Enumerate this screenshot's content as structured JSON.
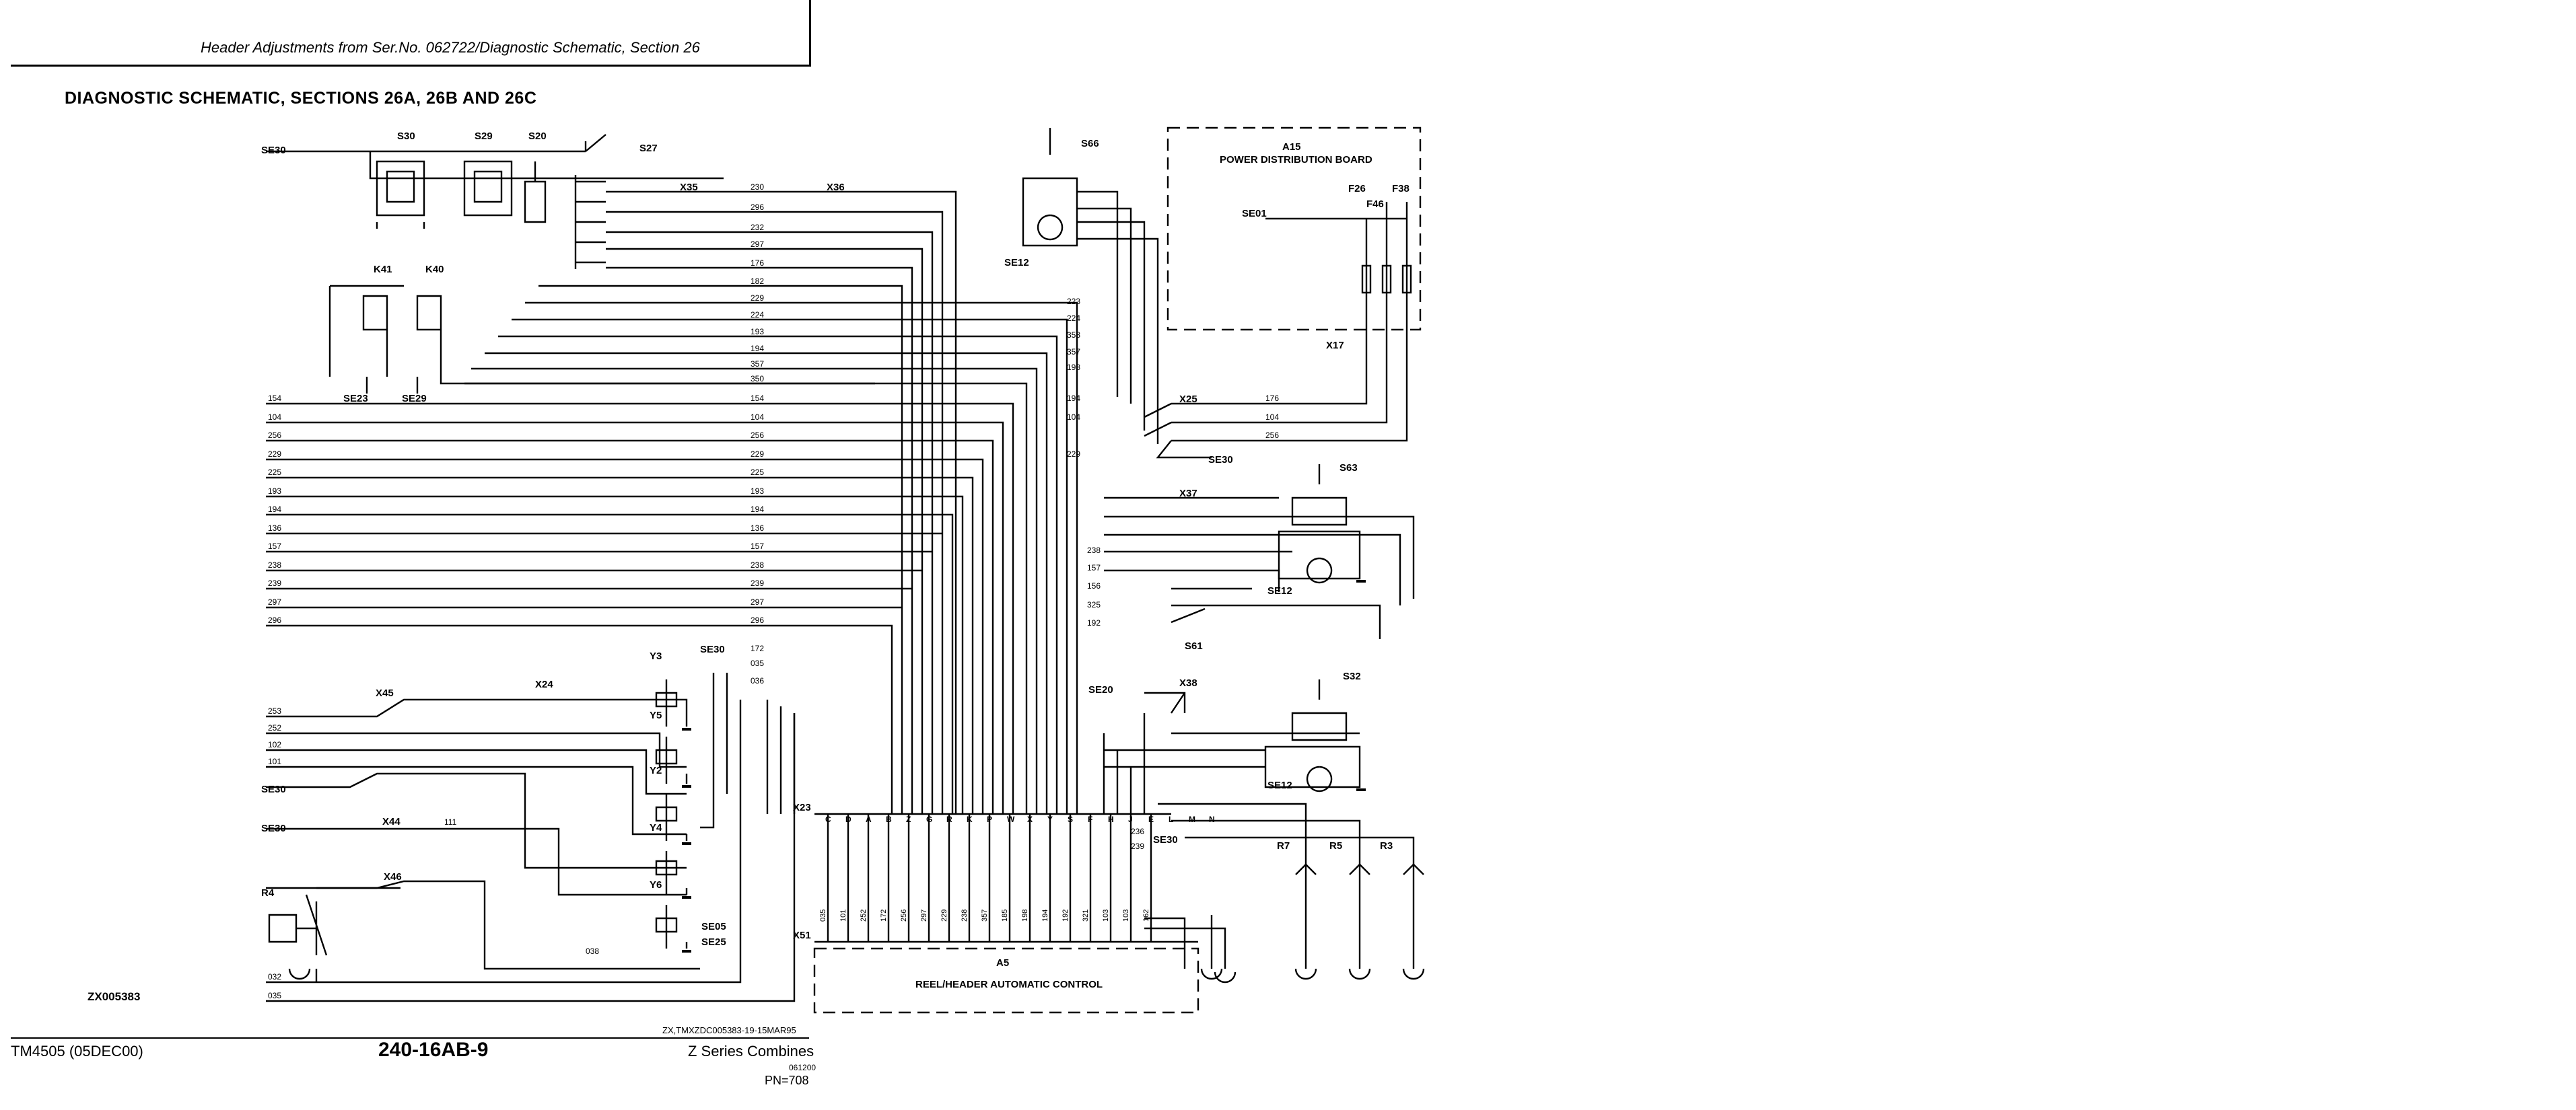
{
  "header": {
    "text": "Header Adjustments from Ser.No. 062722/Diagnostic Schematic, Section 26"
  },
  "title": "DIAGNOSTIC SCHEMATIC, SECTIONS 26A, 26B AND 26C",
  "components": {
    "s30": "S30",
    "s29": "S29",
    "s20": "S20",
    "s27": "S27",
    "s66": "S66",
    "a15": "A15",
    "a15_name": "POWER DISTRIBUTION BOARD",
    "f26": "F26",
    "f38": "F38",
    "f46": "F46",
    "se01": "SE01",
    "x17": "X17",
    "k41": "K41",
    "k40": "K40",
    "se23": "SE23",
    "se29": "SE29",
    "x35": "X35",
    "x36": "X36",
    "se12a": "SE12",
    "se12b": "SE12",
    "se12c": "SE12",
    "x25": "X25",
    "se30_x25": "SE30",
    "s63": "S63",
    "x37": "X37",
    "s61": "S61",
    "se20": "SE20",
    "x38": "X38",
    "s32": "S32",
    "y3": "Y3",
    "y5": "Y5",
    "y2": "Y2",
    "y4": "Y4",
    "y6": "Y6",
    "x45": "X45",
    "x24": "X24",
    "x44": "X44",
    "x46": "X46",
    "r4": "R4",
    "se30_a": "SE30",
    "se30_b": "SE30",
    "se30_c": "SE30",
    "se30_d": "SE30",
    "se30_e": "SE30",
    "se05": "SE05",
    "se25": "SE25",
    "x23": "X23",
    "x51": "X51",
    "a5": "A5",
    "a5_name": "REEL/HEADER AUTOMATIC CONTROL",
    "r7": "R7",
    "r5": "R5",
    "r3": "R3",
    "se30_r": "SE30"
  },
  "wires": {
    "left_numbers": [
      "154",
      "104",
      "256",
      "229",
      "225",
      "193",
      "194",
      "136",
      "157",
      "238",
      "239",
      "297",
      "296"
    ],
    "x35_right": [
      "230",
      "296",
      "232",
      "297",
      "176",
      "182",
      "229",
      "224",
      "193",
      "194",
      "357",
      "350"
    ],
    "mid_right": [
      "223",
      "224",
      "358",
      "357",
      "198",
      "194"
    ],
    "x25_wires": [
      "176",
      "104",
      "256",
      "104",
      "229"
    ],
    "x37_wires": [
      "238",
      "157",
      "156",
      "325",
      "192"
    ],
    "lower_left": [
      "253",
      "252",
      "102",
      "101",
      "111",
      "038"
    ],
    "lower_right": [
      "172",
      "035",
      "036",
      "236",
      "239"
    ],
    "x23_pins": [
      "C",
      "D",
      "A",
      "B",
      "Z",
      "G",
      "R",
      "K",
      "P",
      "W",
      "X",
      "Y",
      "S",
      "F",
      "H",
      "J",
      "E",
      "L",
      "M",
      "N"
    ],
    "a5_wires": [
      "035",
      "101",
      "252",
      "172",
      "256",
      "297",
      "229",
      "238",
      "357",
      "185",
      "198",
      "194",
      "192",
      "321",
      "103",
      "103",
      "162"
    ],
    "bottom_left": [
      "032",
      "035"
    ]
  },
  "footer": {
    "figure_id": "ZX005383",
    "figure_code": "ZX,TMXZDC005383-19-15MAR95",
    "manual": "TM4505 (05DEC00)",
    "page": "240-16AB-9",
    "product": "Z Series Combines",
    "product_date": "061200",
    "pn": "PN=708"
  }
}
